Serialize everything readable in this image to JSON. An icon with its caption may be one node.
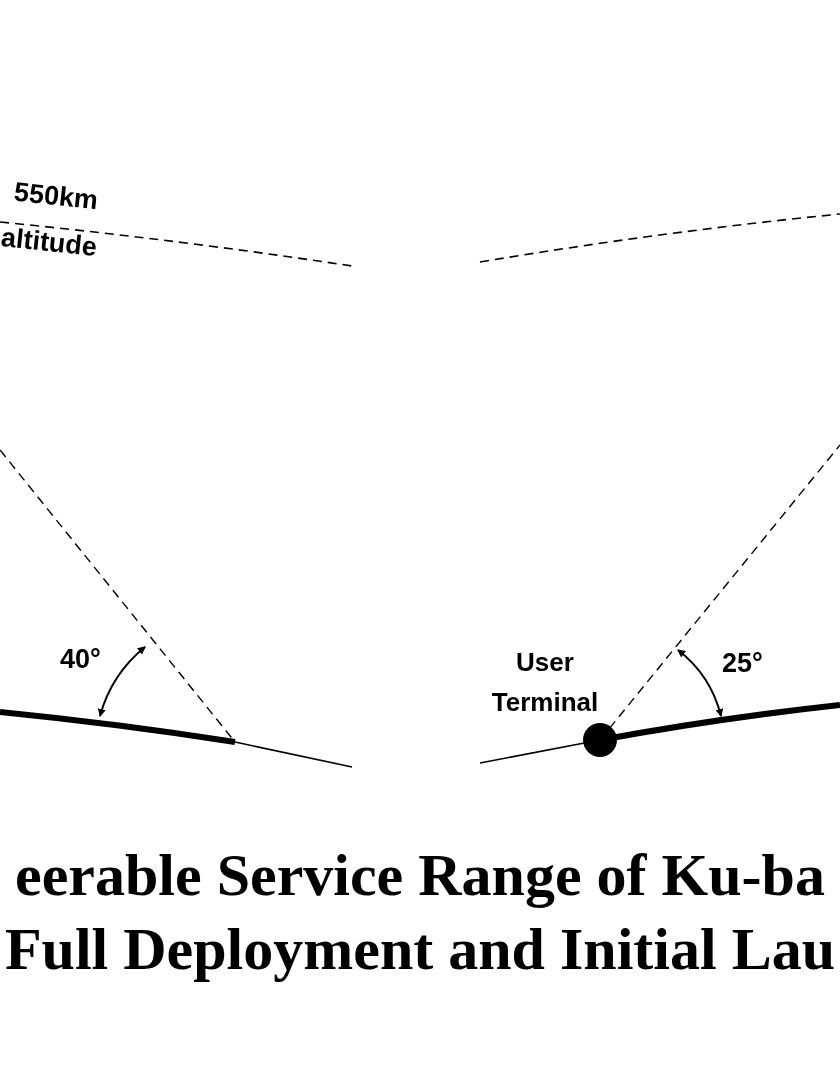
{
  "diagram": {
    "caption": "eerable Service Range of Ku-ba Full Deployment and Initial Lau",
    "nodes": [
      {
        "text": [
          "User Terminal"
        ]
      }
    ],
    "labels": [
      "550km",
      "altitude",
      "40°",
      "25°"
    ]
  }
}
